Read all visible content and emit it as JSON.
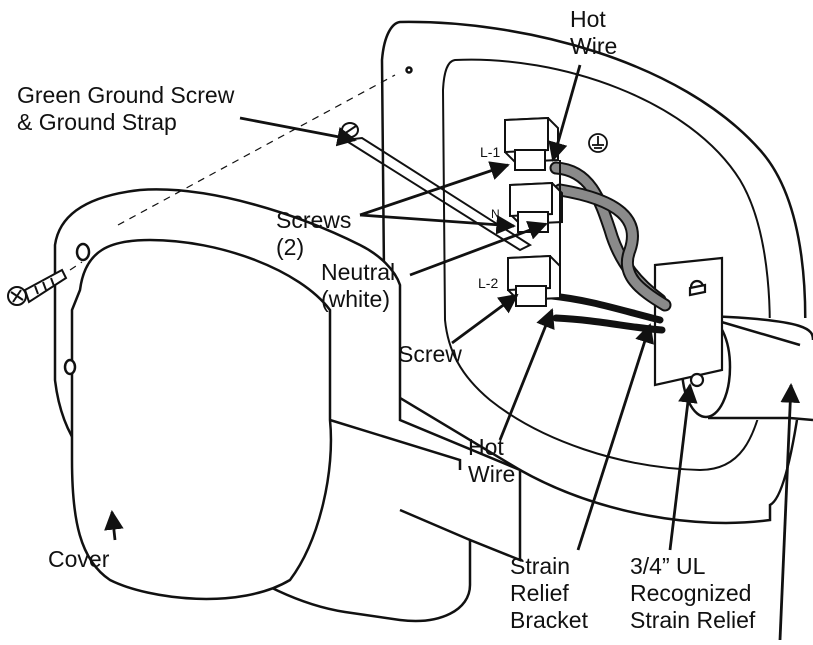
{
  "labels": {
    "hot_wire_top": [
      "Hot",
      "Wire"
    ],
    "ground_screw": [
      "Green Ground Screw",
      "& Ground Strap"
    ],
    "screws": [
      "Screws",
      "(2)"
    ],
    "neutral": [
      "Neutral",
      "(white)"
    ],
    "screw": "Screw",
    "hot_wire_bottom": [
      "Hot",
      "Wire"
    ],
    "cover": "Cover",
    "strain_relief_bracket": [
      "Strain",
      "Relief",
      "Bracket"
    ],
    "strain_relief": [
      "3/4” UL",
      "Recognized",
      "Strain Relief"
    ]
  },
  "terminals": {
    "l1": "L-1",
    "n": "N",
    "l2": "L-2"
  },
  "colors": {
    "line": "#111111",
    "wire_gray": "#8a8a8a",
    "wire_black": "#111111",
    "background": "#ffffff"
  }
}
